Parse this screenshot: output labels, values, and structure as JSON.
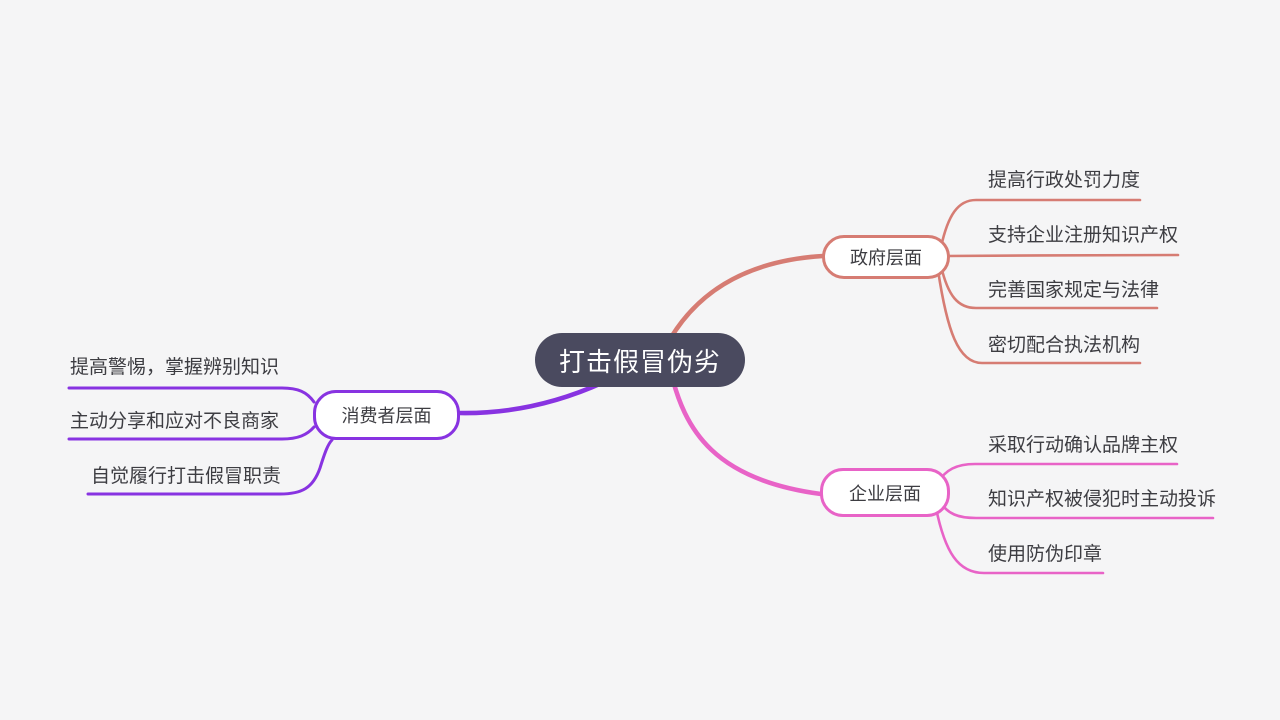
{
  "root": {
    "label": "打击假冒伪劣",
    "bg_color": "#4a4a5f",
    "text_color": "#ffffff"
  },
  "canvas_bg": "#f5f5f6",
  "branches": [
    {
      "id": "government",
      "label": "政府层面",
      "side": "right",
      "color": "#d67c73",
      "children": [
        "提高行政处罚力度",
        "支持企业注册知识产权",
        "完善国家规定与法律",
        "密切配合执法机构"
      ]
    },
    {
      "id": "consumer",
      "label": "消费者层面",
      "side": "left",
      "color": "#8833e1",
      "children": [
        "提高警惕，掌握辨别知识",
        "主动分享和应对不良商家",
        "自觉履行打击假冒职责"
      ]
    },
    {
      "id": "enterprise",
      "label": "企业层面",
      "side": "right",
      "color": "#e863c7",
      "children": [
        "采取行动确认品牌主权",
        "知识产权被侵犯时主动投诉",
        "使用防伪印章"
      ]
    }
  ]
}
